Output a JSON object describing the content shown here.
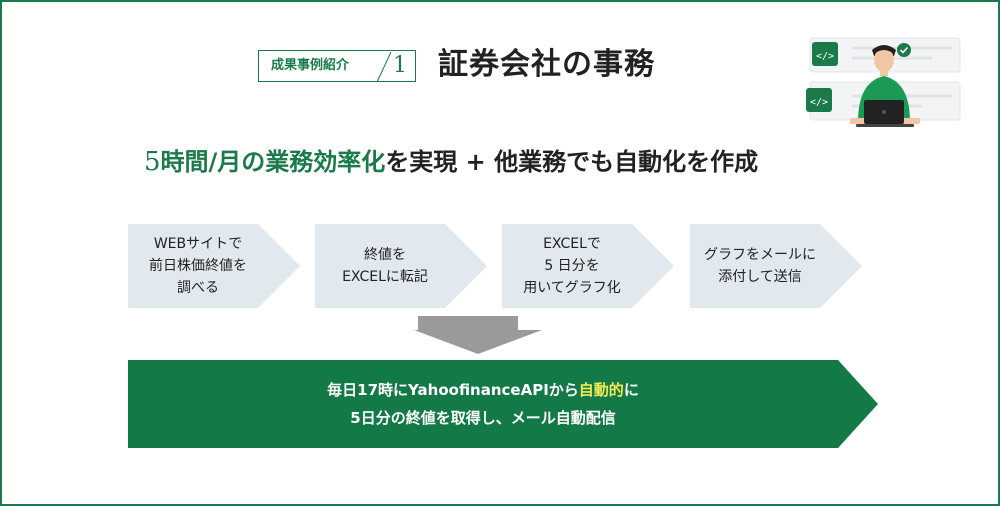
{
  "header": {
    "tag_label": "成果事例紹介",
    "case_number": "1",
    "case_title": "証券会社の事務"
  },
  "subtitle": {
    "number": "5",
    "highlight": "時間/月の業務効率化",
    "rest": "を実現 + 他業務でも自動化を作成"
  },
  "steps": [
    {
      "text": "WEBサイトで\n前日株価終値を\n調べる"
    },
    {
      "text": "終値を\nEXCELに転記"
    },
    {
      "text": "EXCELで\n5 日分を\n用いてグラフ化"
    },
    {
      "text": "グラフをメールに\n添付して送信"
    }
  ],
  "result": {
    "line1_before": "毎日17時にYahoofinanceAPIから",
    "line1_highlight": "自動的",
    "line1_after": "に",
    "line2": "5日分の終値を取得し、メール自動配信"
  },
  "icons": {
    "code_icon": "code-icon",
    "check_icon": "check-icon",
    "laptop_icon": "laptop-icon"
  },
  "colors": {
    "brand_green": "#1a7a4a",
    "result_green": "#137a47",
    "highlight_yellow": "#f4ea56",
    "step_gray": "#e1e8ee",
    "arrow_gray": "#9a9a9a"
  }
}
